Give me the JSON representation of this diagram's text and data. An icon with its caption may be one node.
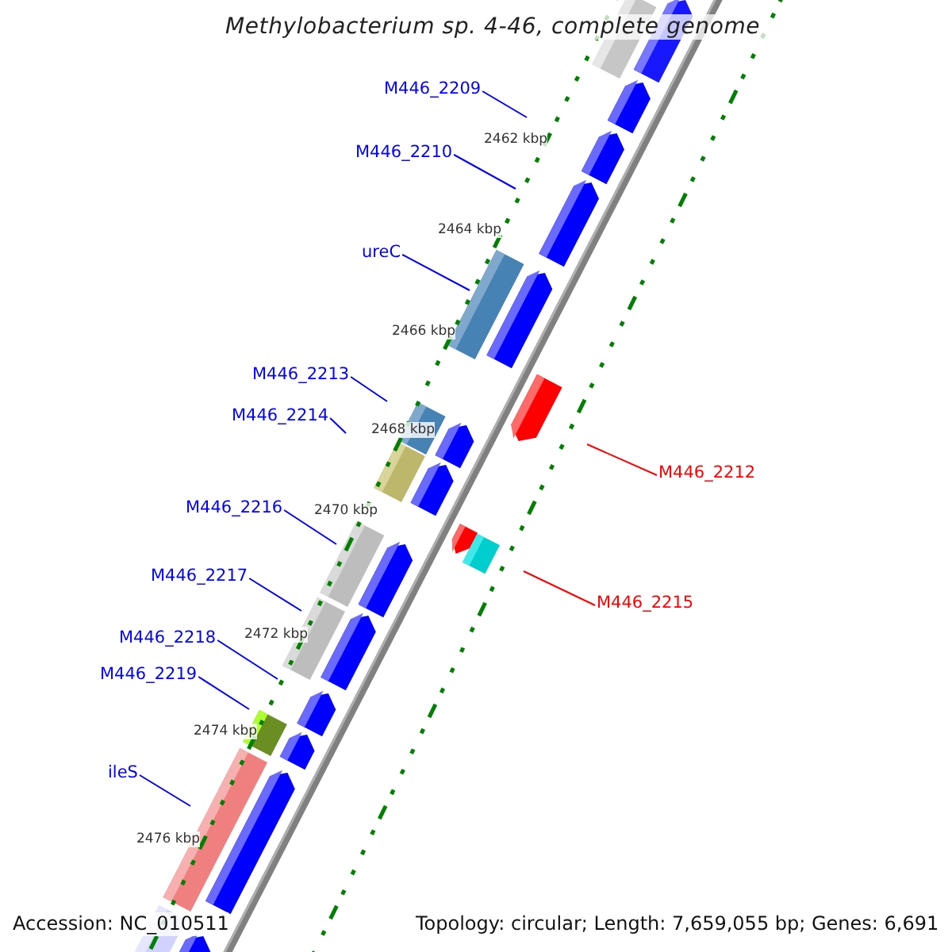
{
  "diagram": {
    "title": "Methylobacterium sp. 4-46, complete genome",
    "nodes": [
      {
        "text": [
          "M446_2209"
        ]
      },
      {
        "text": [
          "M446_2210"
        ]
      },
      {
        "text": [
          "ureC"
        ]
      },
      {
        "text": [
          "M446_2213"
        ]
      },
      {
        "text": [
          "M446_2214"
        ]
      },
      {
        "text": [
          "M446_2216"
        ]
      },
      {
        "text": [
          "M446_2217"
        ]
      },
      {
        "text": [
          "M446_2218"
        ]
      },
      {
        "text": [
          "M446_2219"
        ]
      },
      {
        "text": [
          "ileS"
        ]
      },
      {
        "text": [
          "M446_2212"
        ]
      },
      {
        "text": [
          "M446_2215"
        ]
      }
    ],
    "edges": [
      {
        "from": 0,
        "to": null,
        "arrow": "none"
      },
      {
        "from": 1,
        "to": null,
        "arrow": "none"
      },
      {
        "from": 2,
        "to": null,
        "arrow": "none"
      },
      {
        "from": 3,
        "to": null,
        "arrow": "none"
      },
      {
        "from": 4,
        "to": null,
        "arrow": "none"
      },
      {
        "from": 5,
        "to": null,
        "arrow": "none"
      },
      {
        "from": 6,
        "to": null,
        "arrow": "none"
      },
      {
        "from": 7,
        "to": null,
        "arrow": "none"
      },
      {
        "from": 8,
        "to": null,
        "arrow": "none"
      },
      {
        "from": 9,
        "to": null,
        "arrow": "none"
      },
      {
        "from": 10,
        "to": null,
        "arrow": "none",
        "color": "#ff0000"
      },
      {
        "from": 11,
        "to": null,
        "arrow": "none",
        "color": "#ff0000"
      }
    ],
    "labels": [
      "2462 kbp",
      "2464 kbp",
      "2466 kbp",
      "2468 kbp",
      "2470 kbp",
      "2472 kbp",
      "2474 kbp",
      "2476 kbp",
      "Accession: NC_010511",
      "Topology: circular; Length: 7,659,055 bp; Genes: 6,691"
    ]
  }
}
